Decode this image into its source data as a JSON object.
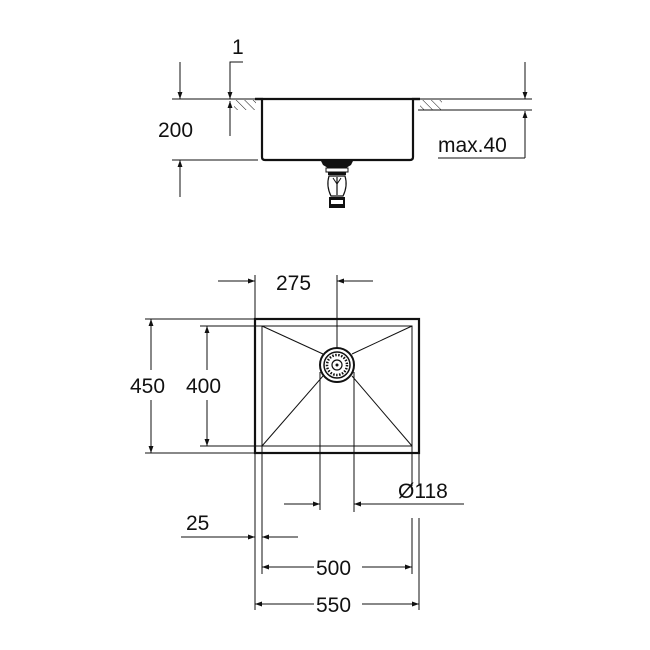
{
  "drawing": {
    "type": "technical-drawing",
    "subject": "undermount kitchen sink, single bowl",
    "line_color": "#111111",
    "background": "#ffffff"
  },
  "side_view": {
    "labels": {
      "sheet_thickness": "1",
      "overall_depth": "200",
      "countertop_thickness": "max.40"
    }
  },
  "plan_view": {
    "labels": {
      "drain_offset": "275",
      "outer_depth": "450",
      "inner_depth": "400",
      "drain_diameter": "Ø118",
      "rim_width": "25",
      "inner_width": "500",
      "outer_width": "550"
    }
  }
}
